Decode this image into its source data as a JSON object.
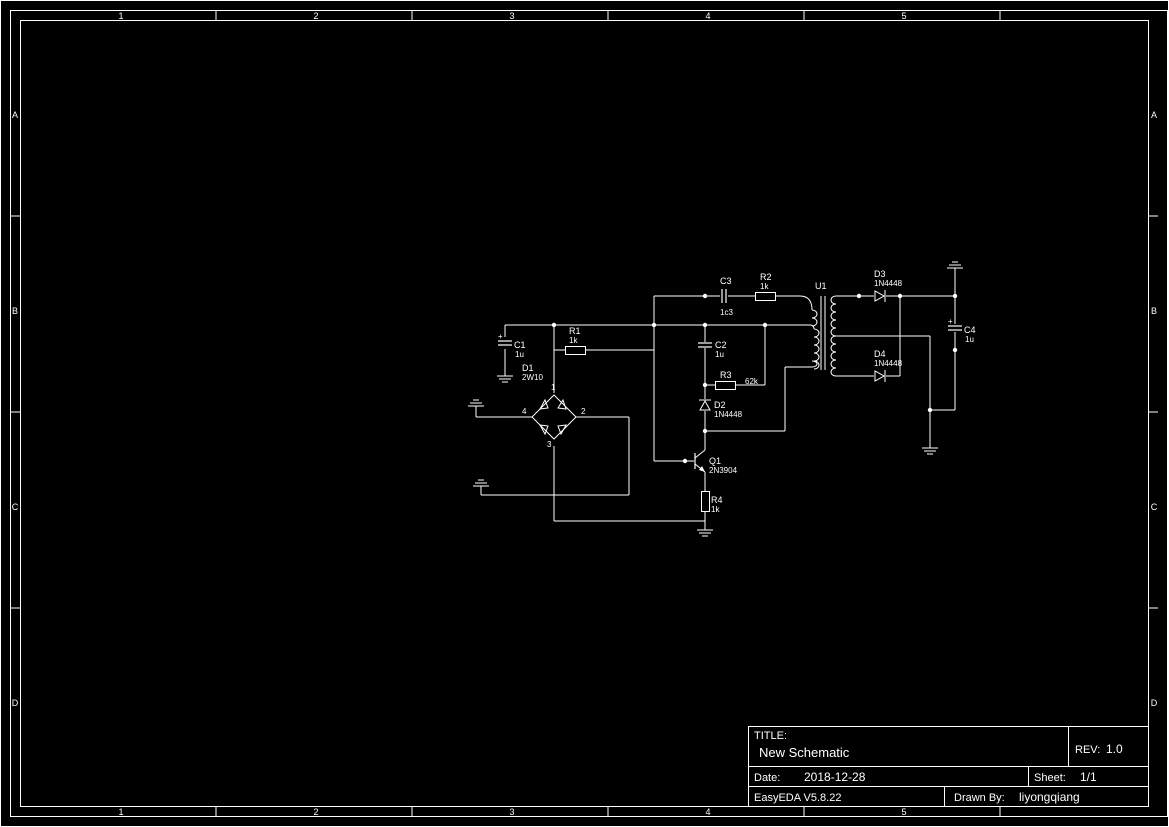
{
  "frame": {
    "columns": [
      "1",
      "2",
      "3",
      "4",
      "5"
    ],
    "rows": [
      "A",
      "B",
      "C",
      "D"
    ]
  },
  "title_block": {
    "title_label": "TITLE:",
    "title": "New Schematic",
    "rev_label": "REV:",
    "rev": "1.0",
    "date_label": "Date:",
    "date": "2018-12-28",
    "sheet_label": "Sheet:",
    "sheet": "1/1",
    "software": "EasyEDA V5.8.22",
    "drawn_by_label": "Drawn By:",
    "drawn_by": "liyongqiang"
  },
  "components": {
    "c1": {
      "ref": "C1",
      "value": "1u"
    },
    "r1": {
      "ref": "R1",
      "value": "1k"
    },
    "d1": {
      "ref": "D1",
      "value": "2W10",
      "pin1": "1",
      "pin2": "2",
      "pin3": "3",
      "pin4": "4"
    },
    "c3": {
      "ref": "C3",
      "value": "1c3"
    },
    "r2": {
      "ref": "R2",
      "value": "1k"
    },
    "c2": {
      "ref": "C2",
      "value": "1u"
    },
    "r3": {
      "ref": "R3",
      "value": "62k"
    },
    "d2": {
      "ref": "D2",
      "value": "1N4448"
    },
    "q1": {
      "ref": "Q1",
      "value": "2N3904"
    },
    "r4": {
      "ref": "R4",
      "value": "1k"
    },
    "u1": {
      "ref": "U1"
    },
    "d3": {
      "ref": "D3",
      "value": "1N4448"
    },
    "d4": {
      "ref": "D4",
      "value": "1N4448"
    },
    "c4": {
      "ref": "C4",
      "value": "1u"
    }
  }
}
